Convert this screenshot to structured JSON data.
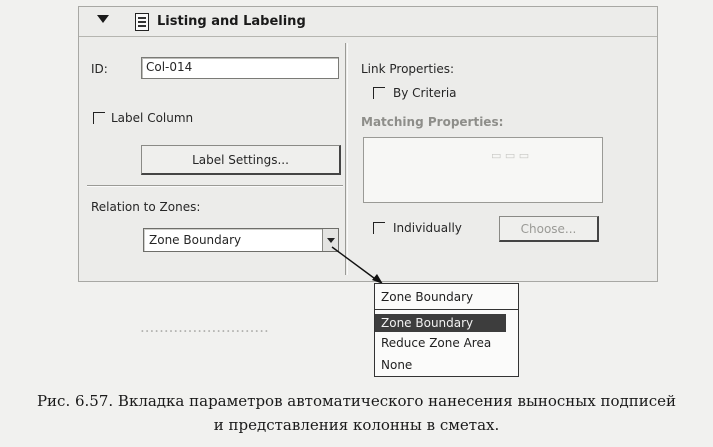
{
  "panel": {
    "title": "Listing and Labeling",
    "id_label": "ID:",
    "id_value": "Col-014",
    "label_column": "Label Column",
    "label_settings": "Label Settings...",
    "relation_label": "Relation to Zones:",
    "relation_value": "Zone Boundary",
    "link_properties": "Link Properties:",
    "by_criteria": "By Criteria",
    "matching_properties": "Matching Properties:",
    "individually": "Individually",
    "choose": "Choose..."
  },
  "dropdown": {
    "current": "Zone Boundary",
    "options": [
      "Zone Boundary",
      "Reduce Zone Area",
      "None"
    ],
    "selected_index": 0
  },
  "caption": {
    "line1": "Рис. 6.57. Вкладка параметров автоматического нанесения выносных подписей",
    "line2": "и представления колонны в сметах."
  }
}
